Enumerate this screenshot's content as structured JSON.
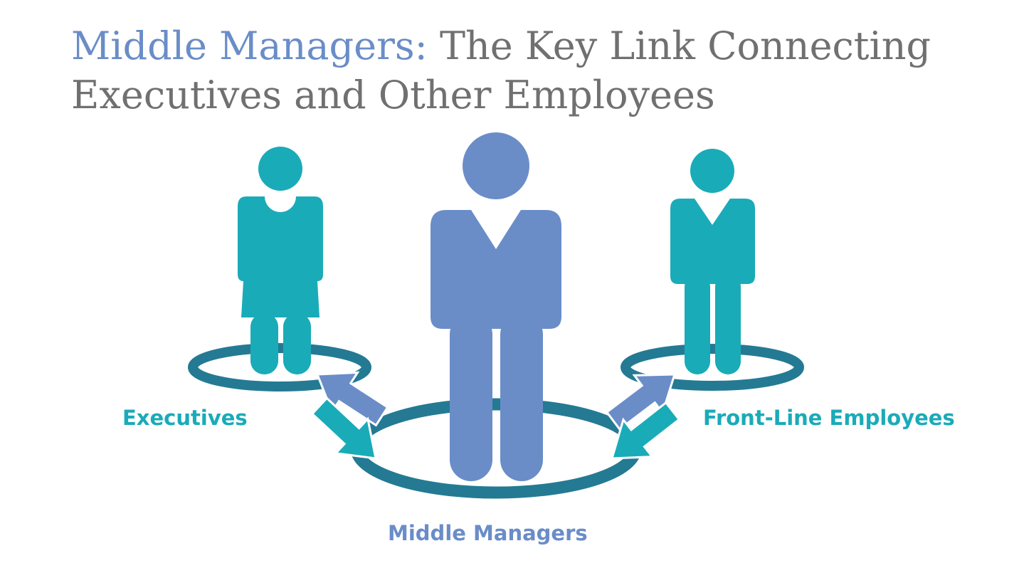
{
  "title": {
    "highlight": "Middle Managers:",
    "rest_line1": " The Key Link Connecting",
    "line2": "Executives and Other Employees"
  },
  "labels": {
    "executives": "Executives",
    "middle": "Middle Managers",
    "frontline": "Front-Line Employees"
  },
  "colors": {
    "teal": "#1aabb8",
    "blue": "#6a8dc8",
    "ring": "#247a93",
    "title_gray": "#707070"
  }
}
